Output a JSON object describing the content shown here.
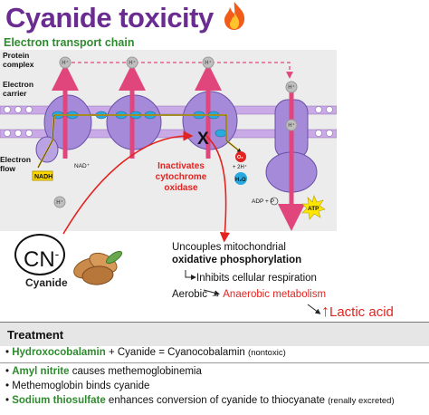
{
  "title": "Cyanide toxicity",
  "subtitle": "Electron transport chain",
  "icons": [
    "fire-icon",
    "almond-icon"
  ],
  "colors": {
    "title": "#6a2c91",
    "green": "#2e8b2e",
    "red": "#e3231f",
    "membrane": "#c9a9e6",
    "arrow": "#e0457b"
  },
  "diagram": {
    "labels": {
      "protein_complex": "Protein complex",
      "electron_carrier": "Electron carrier",
      "electron_flow": "Electron flow",
      "nadh": "NADH",
      "nad": "NAD⁺",
      "h_plus": "H⁺",
      "o2": "O₂",
      "two_h": "+ 2H⁺",
      "h2o": "H₂O",
      "adp_p": "ADP + P",
      "atp": "ATP",
      "x_mark": "X",
      "inactivates": "Inactivates cytochrome oxidase"
    }
  },
  "cyanide": {
    "formula": "CN",
    "charge": "-",
    "label": "Cyanide"
  },
  "effects": {
    "line1": "Uncouples mitochondrial",
    "line2": "oxidative phosphorylation",
    "line3": "Inhibits cellular respiration",
    "aerobic": "Aerobic",
    "arrow_sym": "→",
    "anaerobic": "Anaerobic metabolism",
    "lactic": "Lactic acid",
    "up": "↑"
  },
  "treatment": {
    "heading": "Treatment",
    "row1": {
      "drug": "Hydroxocobalamin",
      "rest": " + Cyanide = Cyanocobalamin ",
      "note": "(nontoxic)"
    },
    "row2": {
      "drug": "Amyl nitrite",
      "rest": " causes methemoglobinemia"
    },
    "row3": {
      "text": "Methemoglobin binds cyanide"
    },
    "row4": {
      "drug": "Sodium thiosulfate",
      "rest": " enhances conversion of cyanide to thiocyanate ",
      "note": "(renally excreted)"
    }
  }
}
